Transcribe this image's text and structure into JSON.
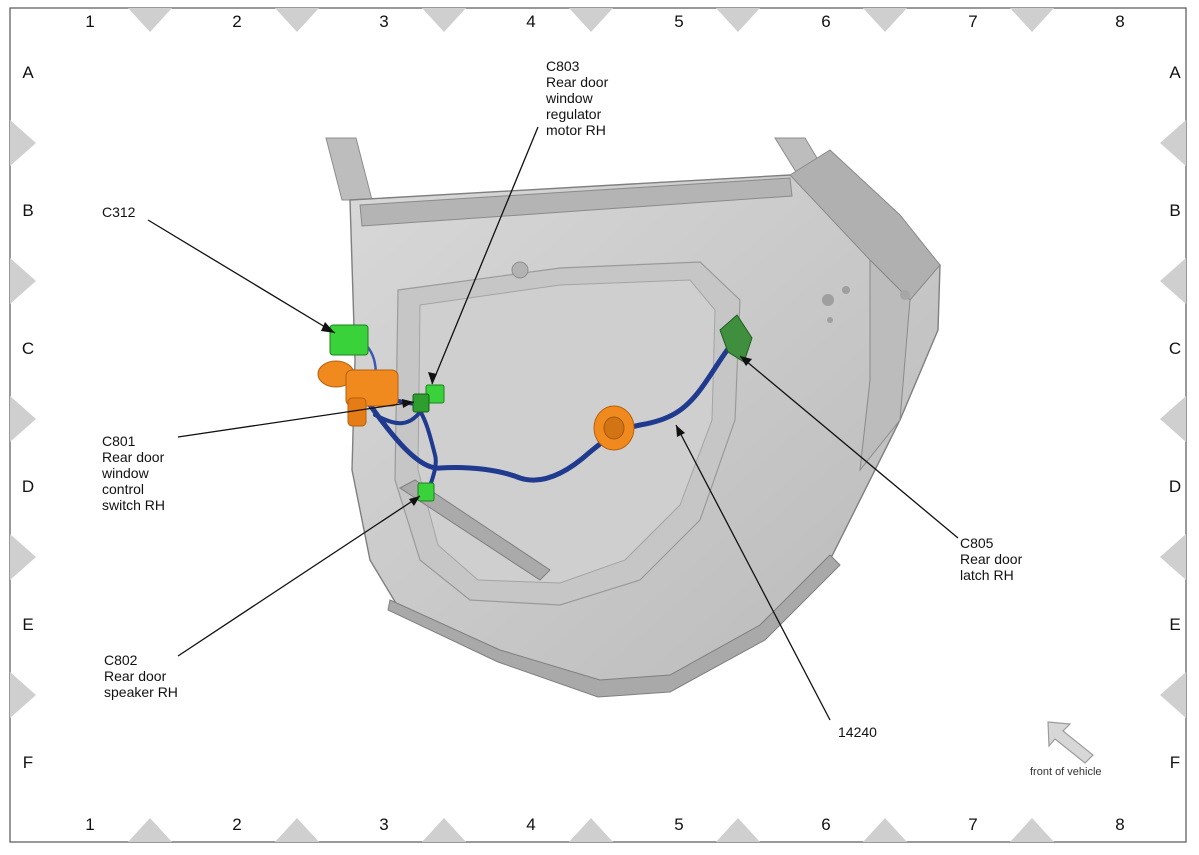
{
  "grid": {
    "columns": [
      "1",
      "2",
      "3",
      "4",
      "5",
      "6",
      "7",
      "8"
    ],
    "rows": [
      "A",
      "B",
      "C",
      "D",
      "E",
      "F"
    ]
  },
  "callouts": {
    "c312": {
      "lines": [
        "C312"
      ]
    },
    "c803": {
      "lines": [
        "C803",
        "Rear door",
        "window",
        "regulator",
        "motor RH"
      ]
    },
    "c801": {
      "lines": [
        "C801",
        "Rear door",
        "window",
        "control",
        "switch RH"
      ]
    },
    "c802": {
      "lines": [
        "C802",
        "Rear door",
        "speaker RH"
      ]
    },
    "h14240": {
      "lines": [
        "14240"
      ]
    },
    "c805": {
      "lines": [
        "C805",
        "Rear door",
        "latch RH"
      ]
    }
  },
  "orientation": {
    "label": "front of vehicle"
  },
  "colors": {
    "door_panel": "#c9c9c9",
    "harness": "#1f3a8f",
    "connector_bright": "#3ad23a",
    "connector_dark": "#3f8f3f",
    "grommet": "#f08a1e",
    "grid_marker": "#cfcfcf"
  }
}
